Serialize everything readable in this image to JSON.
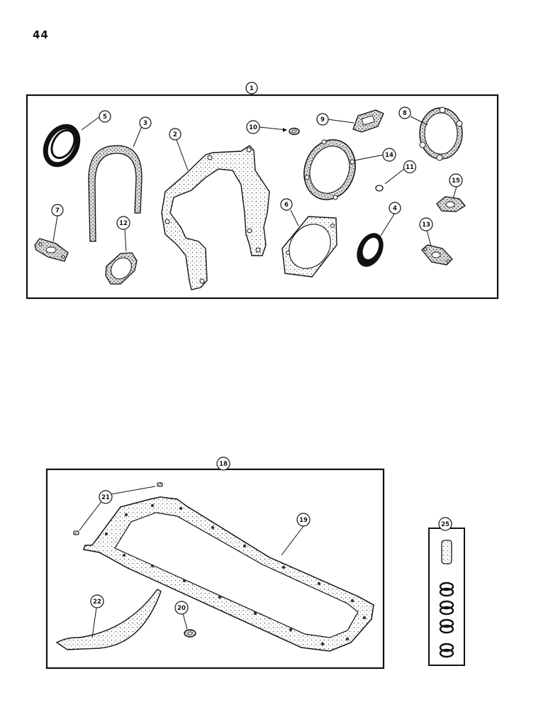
{
  "page_number": "44",
  "kits": [
    {
      "id": "kit-1",
      "label": "1"
    },
    {
      "id": "kit-18",
      "label": "18"
    },
    {
      "id": "kit-25",
      "label": "25"
    }
  ],
  "callouts": {
    "c1": "1",
    "c2": "2",
    "c3": "3",
    "c4": "4",
    "c5": "5",
    "c6": "6",
    "c7": "7",
    "c8": "8",
    "c9": "9",
    "c10": "10",
    "c11": "11",
    "c12": "12",
    "c13": "13",
    "c14": "14",
    "c15": "15",
    "c18": "18",
    "c19": "19",
    "c20": "20",
    "c21": "21",
    "c22": "22",
    "c25": "25"
  },
  "colors": {
    "ink": "#111111",
    "paper": "#ffffff",
    "stipple": "#bbbbbb"
  }
}
